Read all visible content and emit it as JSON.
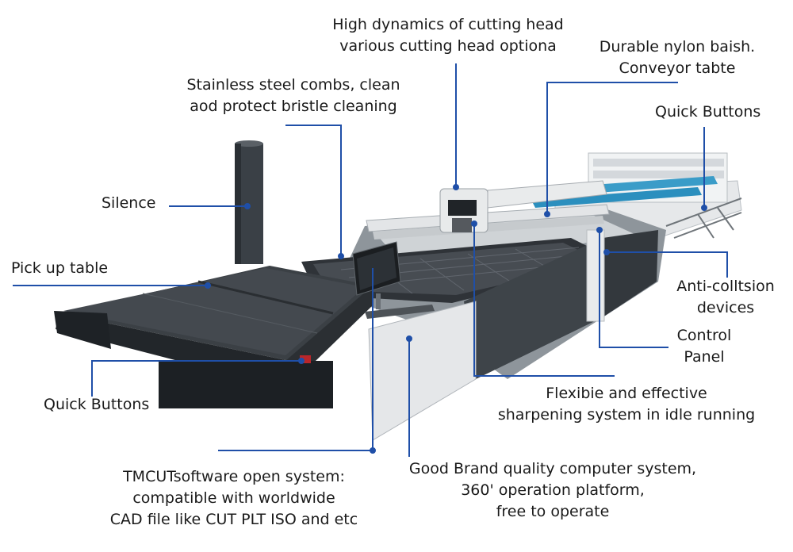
{
  "diagram": {
    "line_color": "#1f4fa8",
    "labels": {
      "cutting_head": [
        "High dynamics of cutting head",
        "various cutting head optiona"
      ],
      "nylon": [
        "Durable nylon baish.",
        "Conveyor tabte"
      ],
      "combs": [
        "Stainless steel combs, clean",
        "aod protect bristle cleaning"
      ],
      "quick_top": [
        "Quick Buttons"
      ],
      "silence": [
        "Silence"
      ],
      "pickup": [
        "Pick up table"
      ],
      "anti": [
        "Anti-colltsion",
        "devices"
      ],
      "control": [
        "Control",
        "Panel"
      ],
      "quick_bottom": [
        "Quick Buttons"
      ],
      "sharpen": [
        "Flexibie and effective",
        "sharpening system in idle running"
      ],
      "brand": [
        "Good Brand quality computer system,",
        "360' operation platform,",
        "free to operate"
      ],
      "software": [
        "TMCUTsoftware open system:",
        "compatible with worldwide",
        "CAD file like CUT PLT ISO and etc"
      ]
    }
  }
}
